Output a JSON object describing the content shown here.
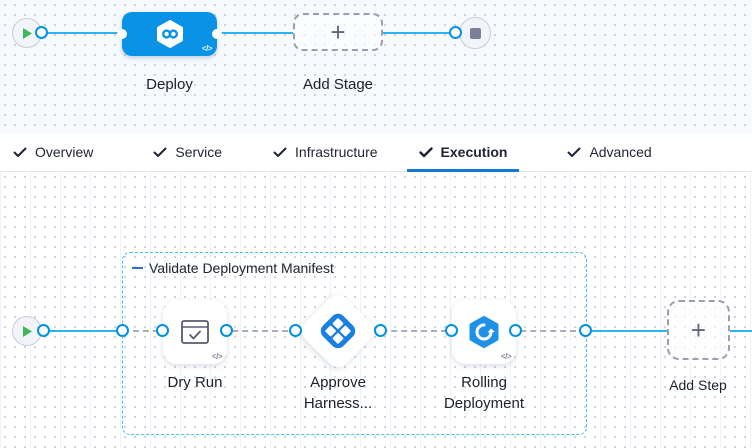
{
  "colors": {
    "stage_node_blue": "#0a92e6",
    "connector_blue": "#30b2f2",
    "port_ring_blue": "#0292e3",
    "tab_underline_blue": "#1876d2",
    "group_border_cyan": "#3ec0f0",
    "play_green": "#3fb65a",
    "approval_icon_blue": "#1a7fe2",
    "rolling_icon_blue": "#1e90e8",
    "stop_square_gray": "#7c7f9a"
  },
  "stage_canvas": {
    "deploy_label": "Deploy",
    "add_stage_label": "Add Stage"
  },
  "tabs": [
    {
      "label": "Overview",
      "completed": true,
      "active": false
    },
    {
      "label": "Service",
      "completed": true,
      "active": false
    },
    {
      "label": "Infrastructure",
      "completed": true,
      "active": false
    },
    {
      "label": "Execution",
      "completed": true,
      "active": true
    },
    {
      "label": "Advanced",
      "completed": true,
      "active": false
    }
  ],
  "execution": {
    "group_label": "Validate Deployment Manifest",
    "steps": [
      {
        "line1": "Dry Run",
        "line2": ""
      },
      {
        "line1": "Approve",
        "line2": "Harness..."
      },
      {
        "line1": "Rolling",
        "line2": "Deployment"
      }
    ],
    "add_step_label": "Add Step"
  },
  "glyphs": {
    "plus": "+",
    "code": "</>"
  }
}
